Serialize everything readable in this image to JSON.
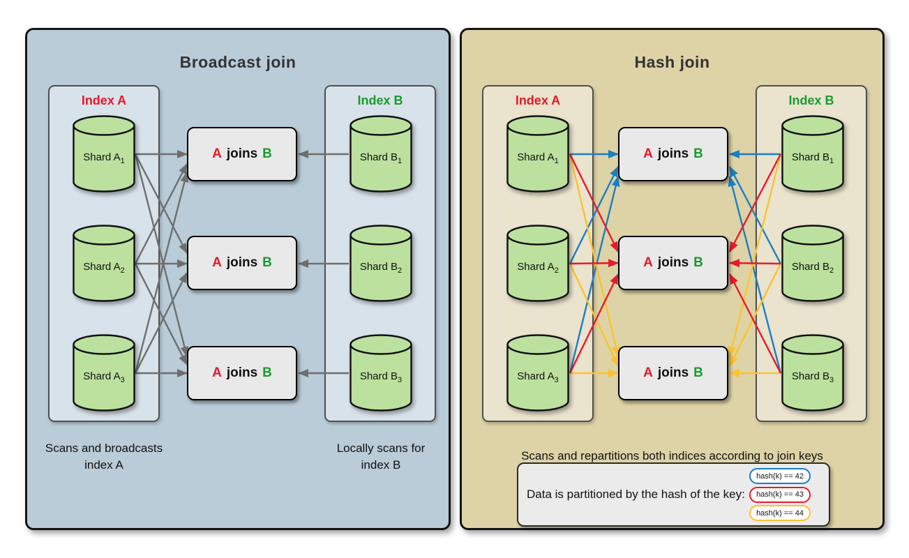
{
  "colors": {
    "page_bg": "#ffffff",
    "panel_left_bg": "#b9ccd8",
    "group_left_bg": "#d8e2ea",
    "panel_right_bg": "#ddd3a6",
    "group_right_bg": "#eae3cd",
    "cylinder_fill": "#bce19e",
    "join_box_bg": "#e9e9e9",
    "label_red": "#e11b2b",
    "label_green": "#179c2e",
    "title_color": "#333333",
    "arrow_gray": "#6e6e6e",
    "arrow_blue": "#1b7ec2",
    "arrow_red": "#e8192d",
    "arrow_yellow": "#fcc22e",
    "legend_bg": "#ebebeb"
  },
  "join_box": {
    "a": "A",
    "joins": "joins",
    "b": "B"
  },
  "broadcast": {
    "title": "Broadcast join",
    "index_a": {
      "label": "Index A",
      "shards": [
        {
          "base": "Shard A",
          "sub": "1"
        },
        {
          "base": "Shard A",
          "sub": "2"
        },
        {
          "base": "Shard A",
          "sub": "3"
        }
      ]
    },
    "index_b": {
      "label": "Index B",
      "shards": [
        {
          "base": "Shard B",
          "sub": "1"
        },
        {
          "base": "Shard B",
          "sub": "2"
        },
        {
          "base": "Shard B",
          "sub": "3"
        }
      ]
    },
    "caption_a": {
      "line1": "Scans and broadcasts",
      "line2": "index A"
    },
    "caption_b": {
      "line1": "Locally scans for",
      "line2": "index B"
    }
  },
  "hash": {
    "title": "Hash join",
    "index_a": {
      "label": "Index A",
      "shards": [
        {
          "base": "Shard A",
          "sub": "1"
        },
        {
          "base": "Shard A",
          "sub": "2"
        },
        {
          "base": "Shard A",
          "sub": "3"
        }
      ]
    },
    "index_b": {
      "label": "Index B",
      "shards": [
        {
          "base": "Shard B",
          "sub": "1"
        },
        {
          "base": "Shard B",
          "sub": "2"
        },
        {
          "base": "Shard B",
          "sub": "3"
        }
      ]
    },
    "caption": "Scans and repartitions both indices according to join keys",
    "legend": {
      "text": "Data is partitioned by the hash of the key:",
      "items": [
        {
          "label": "hash(k) == 42",
          "color": "#1b7ec2"
        },
        {
          "label": "hash(k) == 43",
          "color": "#e8192d"
        },
        {
          "label": "hash(k) == 44",
          "color": "#fcc22e"
        }
      ]
    }
  }
}
